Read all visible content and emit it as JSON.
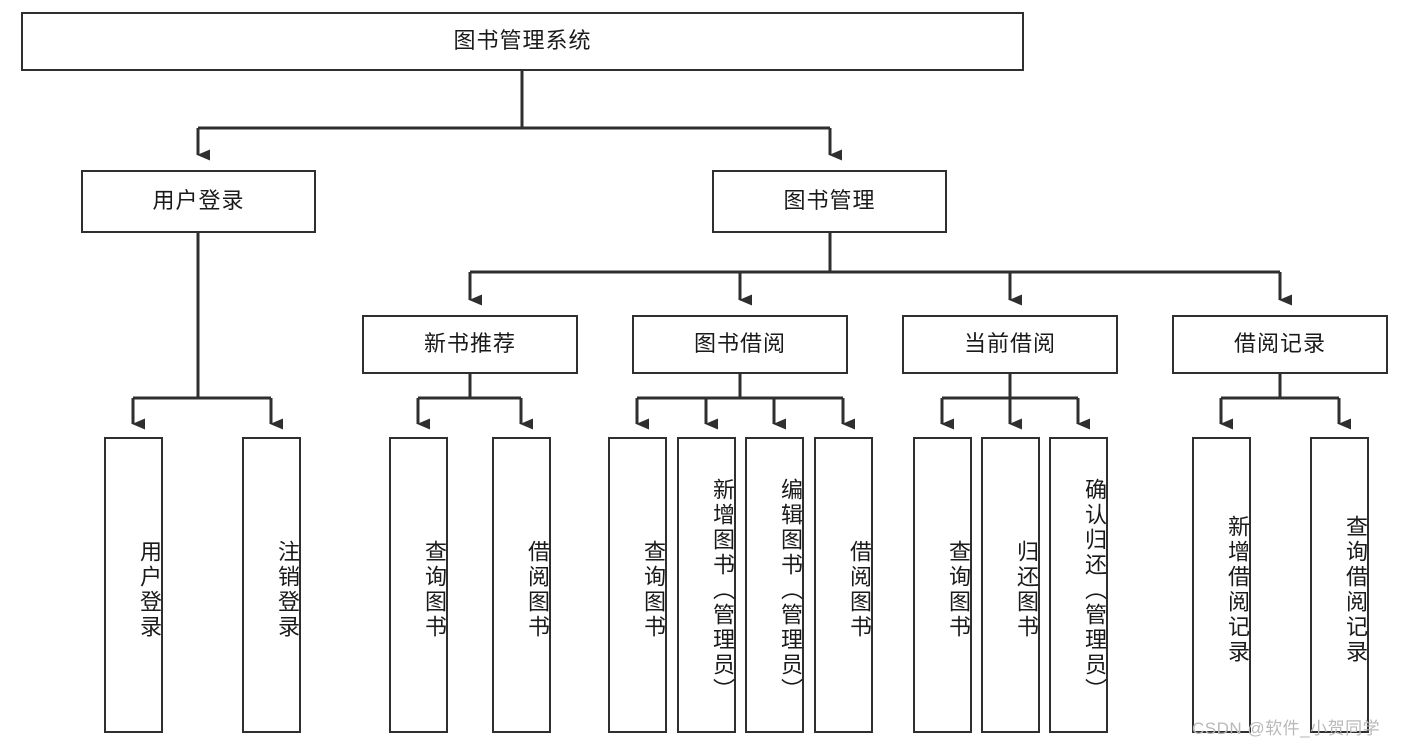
{
  "diagram": {
    "title": "图书管理系统",
    "type": "tree",
    "root": {
      "label": "图书管理系统"
    },
    "level2": [
      {
        "label": "用户登录"
      },
      {
        "label": "图书管理"
      }
    ],
    "level3": [
      {
        "label": "新书推荐"
      },
      {
        "label": "图书借阅"
      },
      {
        "label": "当前借阅"
      },
      {
        "label": "借阅记录"
      }
    ],
    "leaves": {
      "user_login": [
        {
          "label": "用户登录"
        },
        {
          "label": "注销登录"
        }
      ],
      "new_book_recommend": [
        {
          "label": "查询图书"
        },
        {
          "label": "借阅图书"
        }
      ],
      "book_borrow": [
        {
          "label": "查询图书"
        },
        {
          "label": "新增图书（管理员）"
        },
        {
          "label": "编辑图书（管理员）"
        },
        {
          "label": "借阅图书"
        }
      ],
      "current_borrow": [
        {
          "label": "查询图书"
        },
        {
          "label": "归还图书"
        },
        {
          "label": "确认归还（管理员）"
        }
      ],
      "borrow_record": [
        {
          "label": "新增借阅记录"
        },
        {
          "label": "查询借阅记录"
        }
      ]
    }
  },
  "watermark": {
    "text": "CSDN @软件_小贺同学"
  },
  "colors": {
    "box_border": "#2f2f2f",
    "box_fill": "#ffffff",
    "line": "#2f2f2f",
    "text": "#1a1a1a",
    "watermark": "#b9b9b9",
    "background": "#ffffff"
  }
}
